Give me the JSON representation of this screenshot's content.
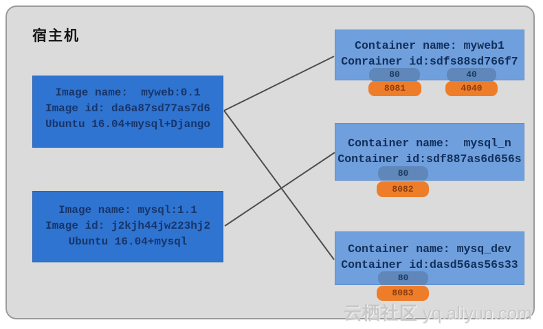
{
  "host": {
    "title": "宿主机"
  },
  "watermark": {
    "brand": "云栖社区",
    "url": "yq.aliyun.com"
  },
  "images": [
    {
      "name": "Image name:  myweb:0.1",
      "id": "Image id: da6a87sd77as7d6",
      "stack": "Ubuntu 16.04+mysql+Django"
    },
    {
      "name": "Image name: mysql:1.1",
      "id": "Image id: j2kjh44jw223hj2",
      "stack": "Ubuntu 16.04+mysql"
    }
  ],
  "containers": [
    {
      "name": "Container name: myweb1",
      "id": "Conrainer id:sdfs88sd766f7",
      "ports": [
        {
          "container_port": "80",
          "host_port": "8081"
        },
        {
          "container_port": "40",
          "host_port": "4040"
        }
      ]
    },
    {
      "name": "Container name:  mysql_n",
      "id": "Container id:sdf887as6d656s",
      "ports": [
        {
          "container_port": "80",
          "host_port": "8082"
        }
      ]
    },
    {
      "name": "Container name: mysq_dev",
      "id": "Container id:dasd56as56s33",
      "ports": [
        {
          "container_port": "80",
          "host_port": "8083"
        }
      ]
    }
  ],
  "colors": {
    "image_box": "#2f74d0",
    "container_box": "#6f9fdd",
    "container_port_badge": "#5f87ba",
    "host_port_badge": "#ee7d2a",
    "panel_background": "#dbdbdb",
    "connector_line": "#4d4d4d"
  }
}
